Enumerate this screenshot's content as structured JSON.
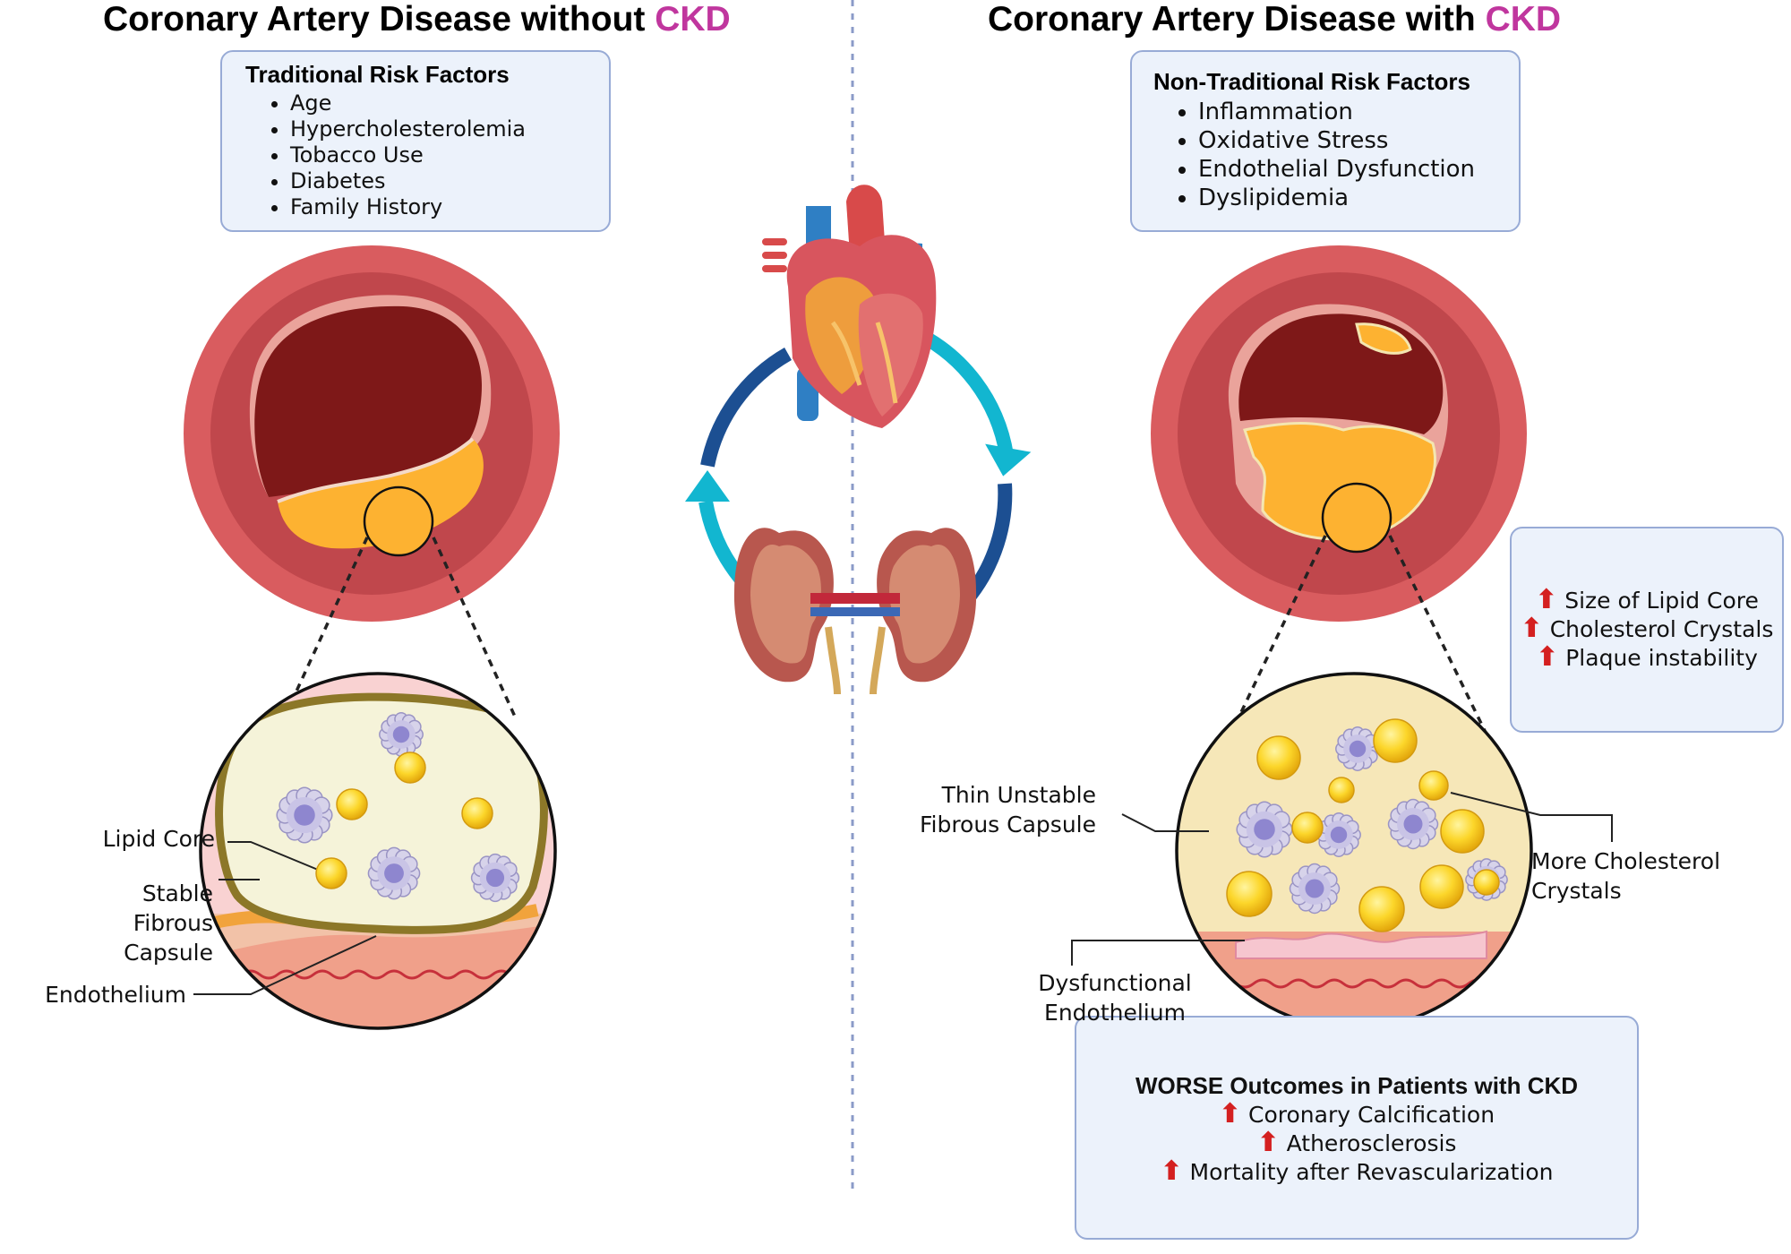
{
  "left": {
    "title_prefix": "Coronary Artery Disease without ",
    "title_ckd": "CKD",
    "box_title": "Traditional Risk Factors",
    "risk_factors": [
      "Age",
      "Hypercholesterolemia",
      "Tobacco Use",
      "Diabetes",
      "Family History"
    ],
    "labels": {
      "lipid_core": "Lipid Core",
      "stable_1": "Stable",
      "stable_2": "Fibrous",
      "stable_3": "Capsule",
      "endothelium": "Endothelium"
    }
  },
  "right": {
    "title_prefix": "Coronary Artery Disease with ",
    "title_ckd": "CKD",
    "box_title": "Non-Traditional Risk Factors",
    "risk_factors": [
      "Inflammation",
      "Oxidative Stress",
      "Endothelial Dysfunction",
      "Dyslipidemia"
    ],
    "increases": [
      "Size of Lipid Core",
      "Cholesterol Crystals",
      "Plaque instability"
    ],
    "labels": {
      "thin_1": "Thin Unstable",
      "thin_2": "Fibrous Capsule",
      "more_1": "More Cholesterol",
      "more_2": "Crystals",
      "dys_1": "Dysfunctional",
      "dys_2": "Endothelium"
    },
    "outcomes_title": "WORSE Outcomes in Patients with CKD",
    "outcomes": [
      "Coronary Calcification",
      "Atherosclerosis",
      "Mortality after Revascularization"
    ]
  },
  "up_arrow": "⬆",
  "colors": {
    "ckd_accent": "#c0369e",
    "box_fill": "#ecf2fb",
    "box_border": "#98abd6",
    "increase_arrow": "#d42020",
    "artery_outer": "#d95c5f",
    "artery_inner": "#c0474c",
    "lumen": "#7e1818",
    "plaque": "#fdb231",
    "cycle_light": "#12b6d0",
    "cycle_dark": "#1c4f92"
  }
}
